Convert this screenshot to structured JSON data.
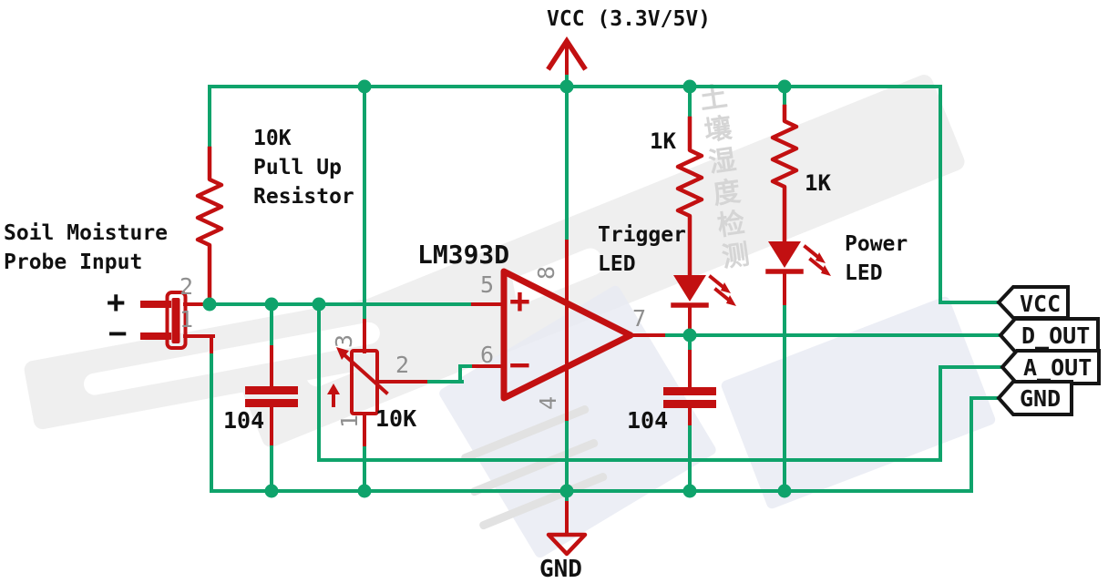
{
  "colors": {
    "wire": "#0fa36b",
    "red": "#c21011",
    "gray": "#8f8f8f",
    "ink": "#111111",
    "tagfill": "#ffffff"
  },
  "labels": {
    "vcc_rail": "VCC (3.3V/5V)",
    "gnd_rail": "GND",
    "probe_title_1": "Soil Moisture",
    "probe_title_2": "Probe Input",
    "probe_plus": "+",
    "probe_minus": "−",
    "pullup_1": "10K",
    "pullup_2": "Pull Up",
    "pullup_3": "Resistor",
    "opamp_name": "LM393D",
    "opamp_plus": "+",
    "opamp_minus": "−",
    "trigger_led_1": "Trigger",
    "trigger_led_2": "LED",
    "power_led_1": "Power",
    "power_led_2": "LED",
    "r_trigger": "1K",
    "r_power": "1K",
    "cap_left": "104",
    "cap_right": "104",
    "pot_value": "10K",
    "bg_chinese": "土壤湿度检测"
  },
  "pins": {
    "probe_1": "1",
    "probe_2": "2",
    "opamp_4": "4",
    "opamp_5": "5",
    "opamp_6": "6",
    "opamp_7": "7",
    "opamp_8": "8",
    "pot_1": "1",
    "pot_2": "2",
    "pot_3": "3"
  },
  "connectors": {
    "vcc": "VCC",
    "dout": "D_OUT",
    "aout": "A_OUT",
    "gnd": "GND"
  }
}
